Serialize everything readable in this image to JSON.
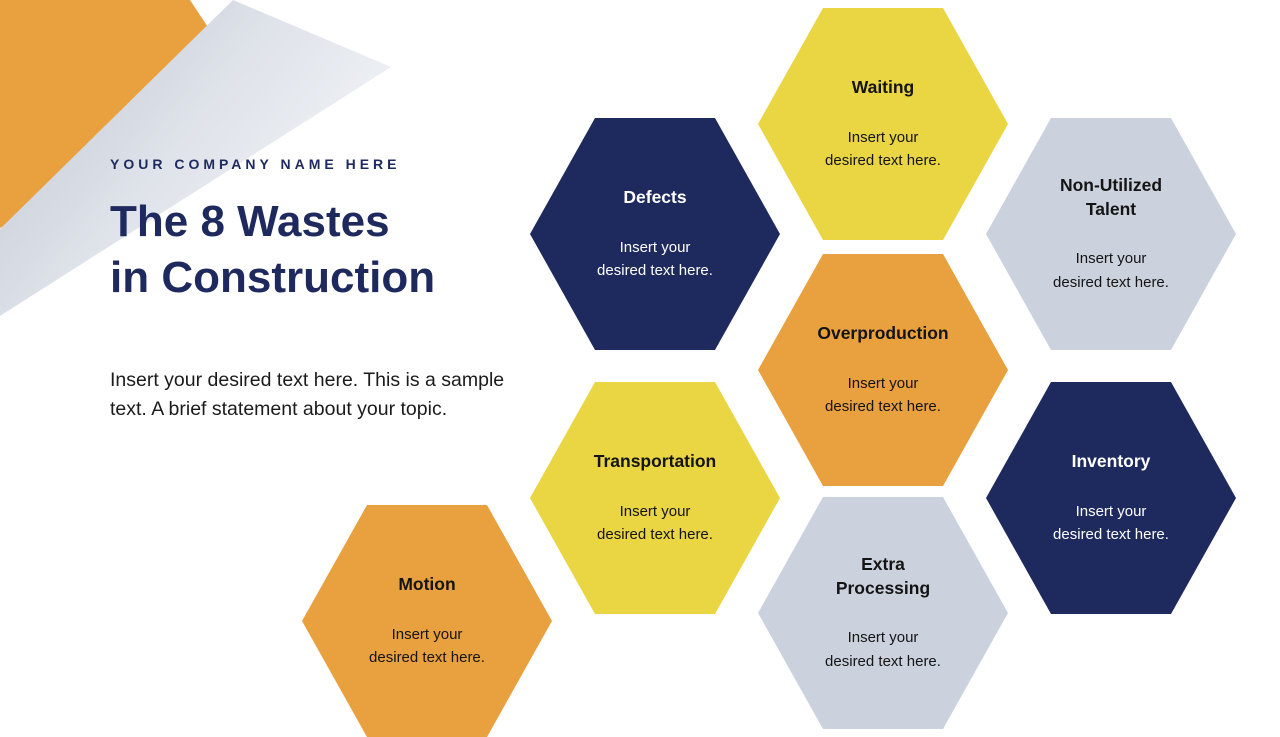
{
  "colors": {
    "navy": "#1e2a5e",
    "yellow": "#ead543",
    "orange": "#e9a03e",
    "gray": "#ccd2dd"
  },
  "header": {
    "company_name": "YOUR COMPANY NAME HERE",
    "title": "The 8 Wastes\nin Construction",
    "description": "Insert your desired text here. This is a sample text. A brief statement about your topic."
  },
  "hexagons": [
    {
      "label": "Defects",
      "body": "Insert your\ndesired text here.",
      "theme": "navy"
    },
    {
      "label": "Waiting",
      "body": "Insert your\ndesired text here.",
      "theme": "yellow"
    },
    {
      "label": "Non-Utilized\nTalent",
      "body": "Insert your\ndesired text here.",
      "theme": "gray"
    },
    {
      "label": "Overproduction",
      "body": "Insert your\ndesired text here.",
      "theme": "orange"
    },
    {
      "label": "Transportation",
      "body": "Insert your\ndesired text here.",
      "theme": "yellow"
    },
    {
      "label": "Inventory",
      "body": "Insert your\ndesired text here.",
      "theme": "navy"
    },
    {
      "label": "Motion",
      "body": "Insert your\ndesired text here.",
      "theme": "orange"
    },
    {
      "label": "Extra\nProcessing",
      "body": "Insert your\ndesired text here.",
      "theme": "gray"
    }
  ]
}
